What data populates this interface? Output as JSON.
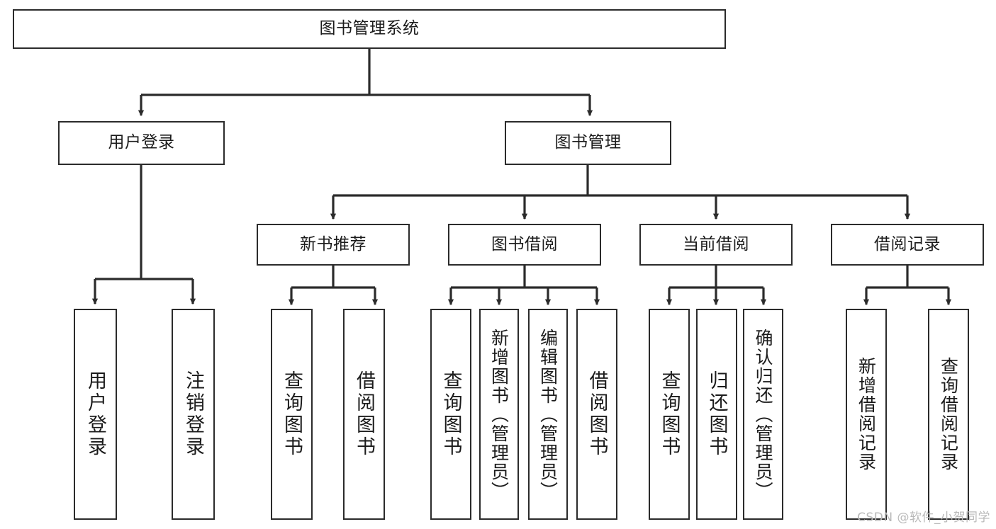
{
  "diagram": {
    "title": "图书管理系统",
    "type": "tree",
    "watermark": "CSDN @软件_小贺同学",
    "colors": {
      "box_border": "#2b2b2b",
      "box_fill": "#ffffff",
      "edge": "#2b2b2b",
      "text": "#1b1b1b",
      "watermark": "#b9b9b9"
    },
    "nodes": {
      "root": {
        "label": "图书管理系统"
      },
      "level2": [
        {
          "id": "user-login",
          "label": "用户登录"
        },
        {
          "id": "book-management",
          "label": "图书管理"
        }
      ],
      "level3": [
        {
          "id": "new-book-recommend",
          "label": "新书推荐"
        },
        {
          "id": "book-borrow",
          "label": "图书借阅"
        },
        {
          "id": "current-borrow",
          "label": "当前借阅"
        },
        {
          "id": "borrow-record",
          "label": "借阅记录"
        }
      ],
      "leaves": {
        "user-login": [
          {
            "id": "leaf-user-login",
            "label": "用户登录"
          },
          {
            "id": "leaf-logout",
            "label": "注销登录"
          }
        ],
        "new-book-recommend": [
          {
            "id": "leaf-query-book-1",
            "label": "查询图书"
          },
          {
            "id": "leaf-borrow-book-1",
            "label": "借阅图书"
          }
        ],
        "book-borrow": [
          {
            "id": "leaf-query-book-2",
            "label": "查询图书"
          },
          {
            "id": "leaf-add-book",
            "label": "新增图书（管理员）"
          },
          {
            "id": "leaf-edit-book",
            "label": "编辑图书（管理员）"
          },
          {
            "id": "leaf-borrow-book-2",
            "label": "借阅图书"
          }
        ],
        "current-borrow": [
          {
            "id": "leaf-query-book-3",
            "label": "查询图书"
          },
          {
            "id": "leaf-return-book",
            "label": "归还图书"
          },
          {
            "id": "leaf-confirm-return",
            "label": "确认归还（管理员）"
          }
        ],
        "borrow-record": [
          {
            "id": "leaf-add-record",
            "label": "新增借阅记录"
          },
          {
            "id": "leaf-query-record",
            "label": "查询借阅记录"
          }
        ]
      }
    }
  }
}
